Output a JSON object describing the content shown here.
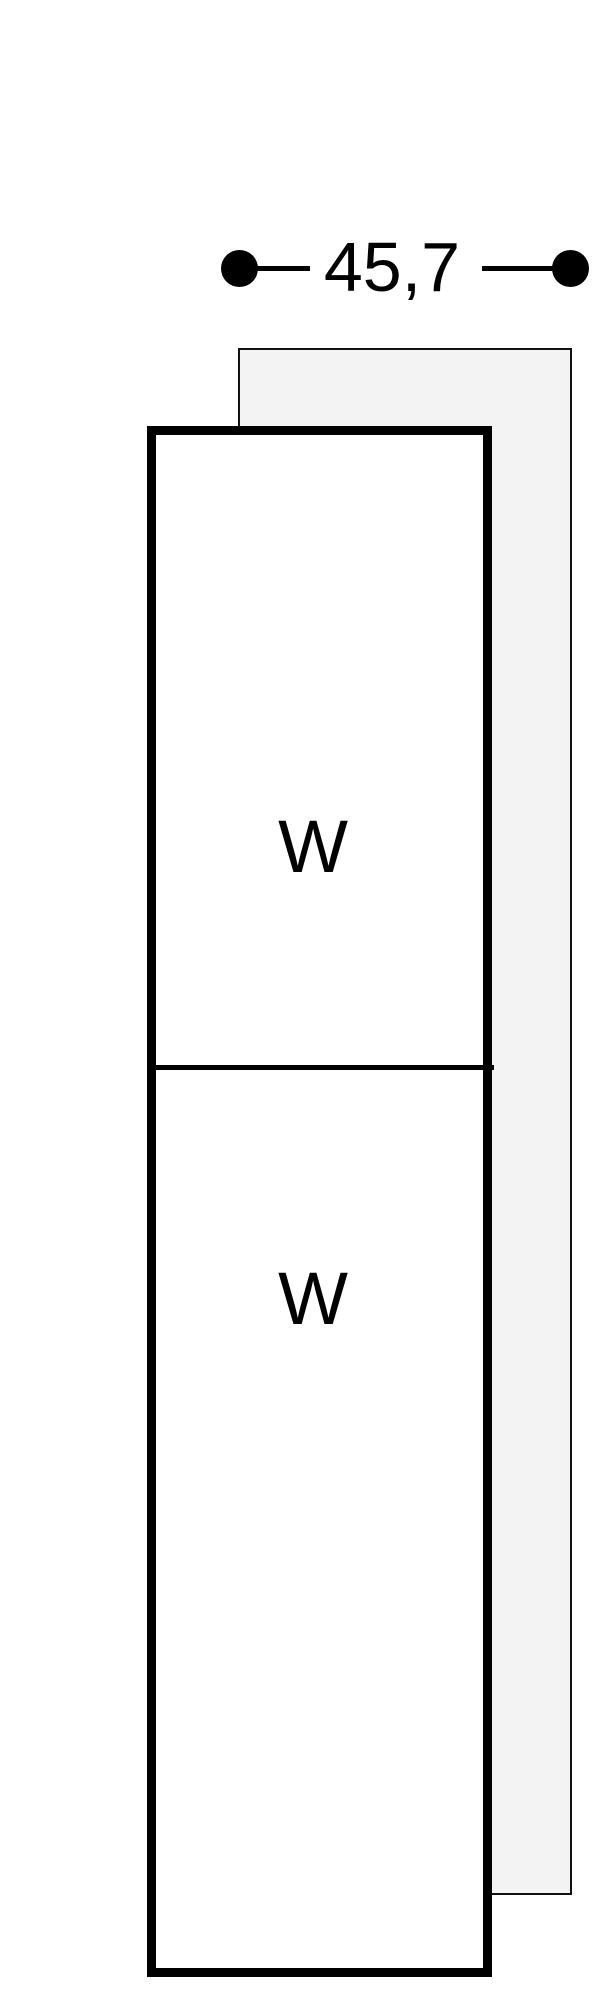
{
  "dimension": {
    "label": "45,7"
  },
  "appliance": {
    "compartments": [
      {
        "label": "W"
      },
      {
        "label": "W"
      }
    ]
  },
  "colors": {
    "line": "#000000",
    "background": "#ffffff",
    "niche_fill": "#f3f3f3",
    "niche_border": "#111111",
    "appliance_fill": "#ffffff"
  }
}
